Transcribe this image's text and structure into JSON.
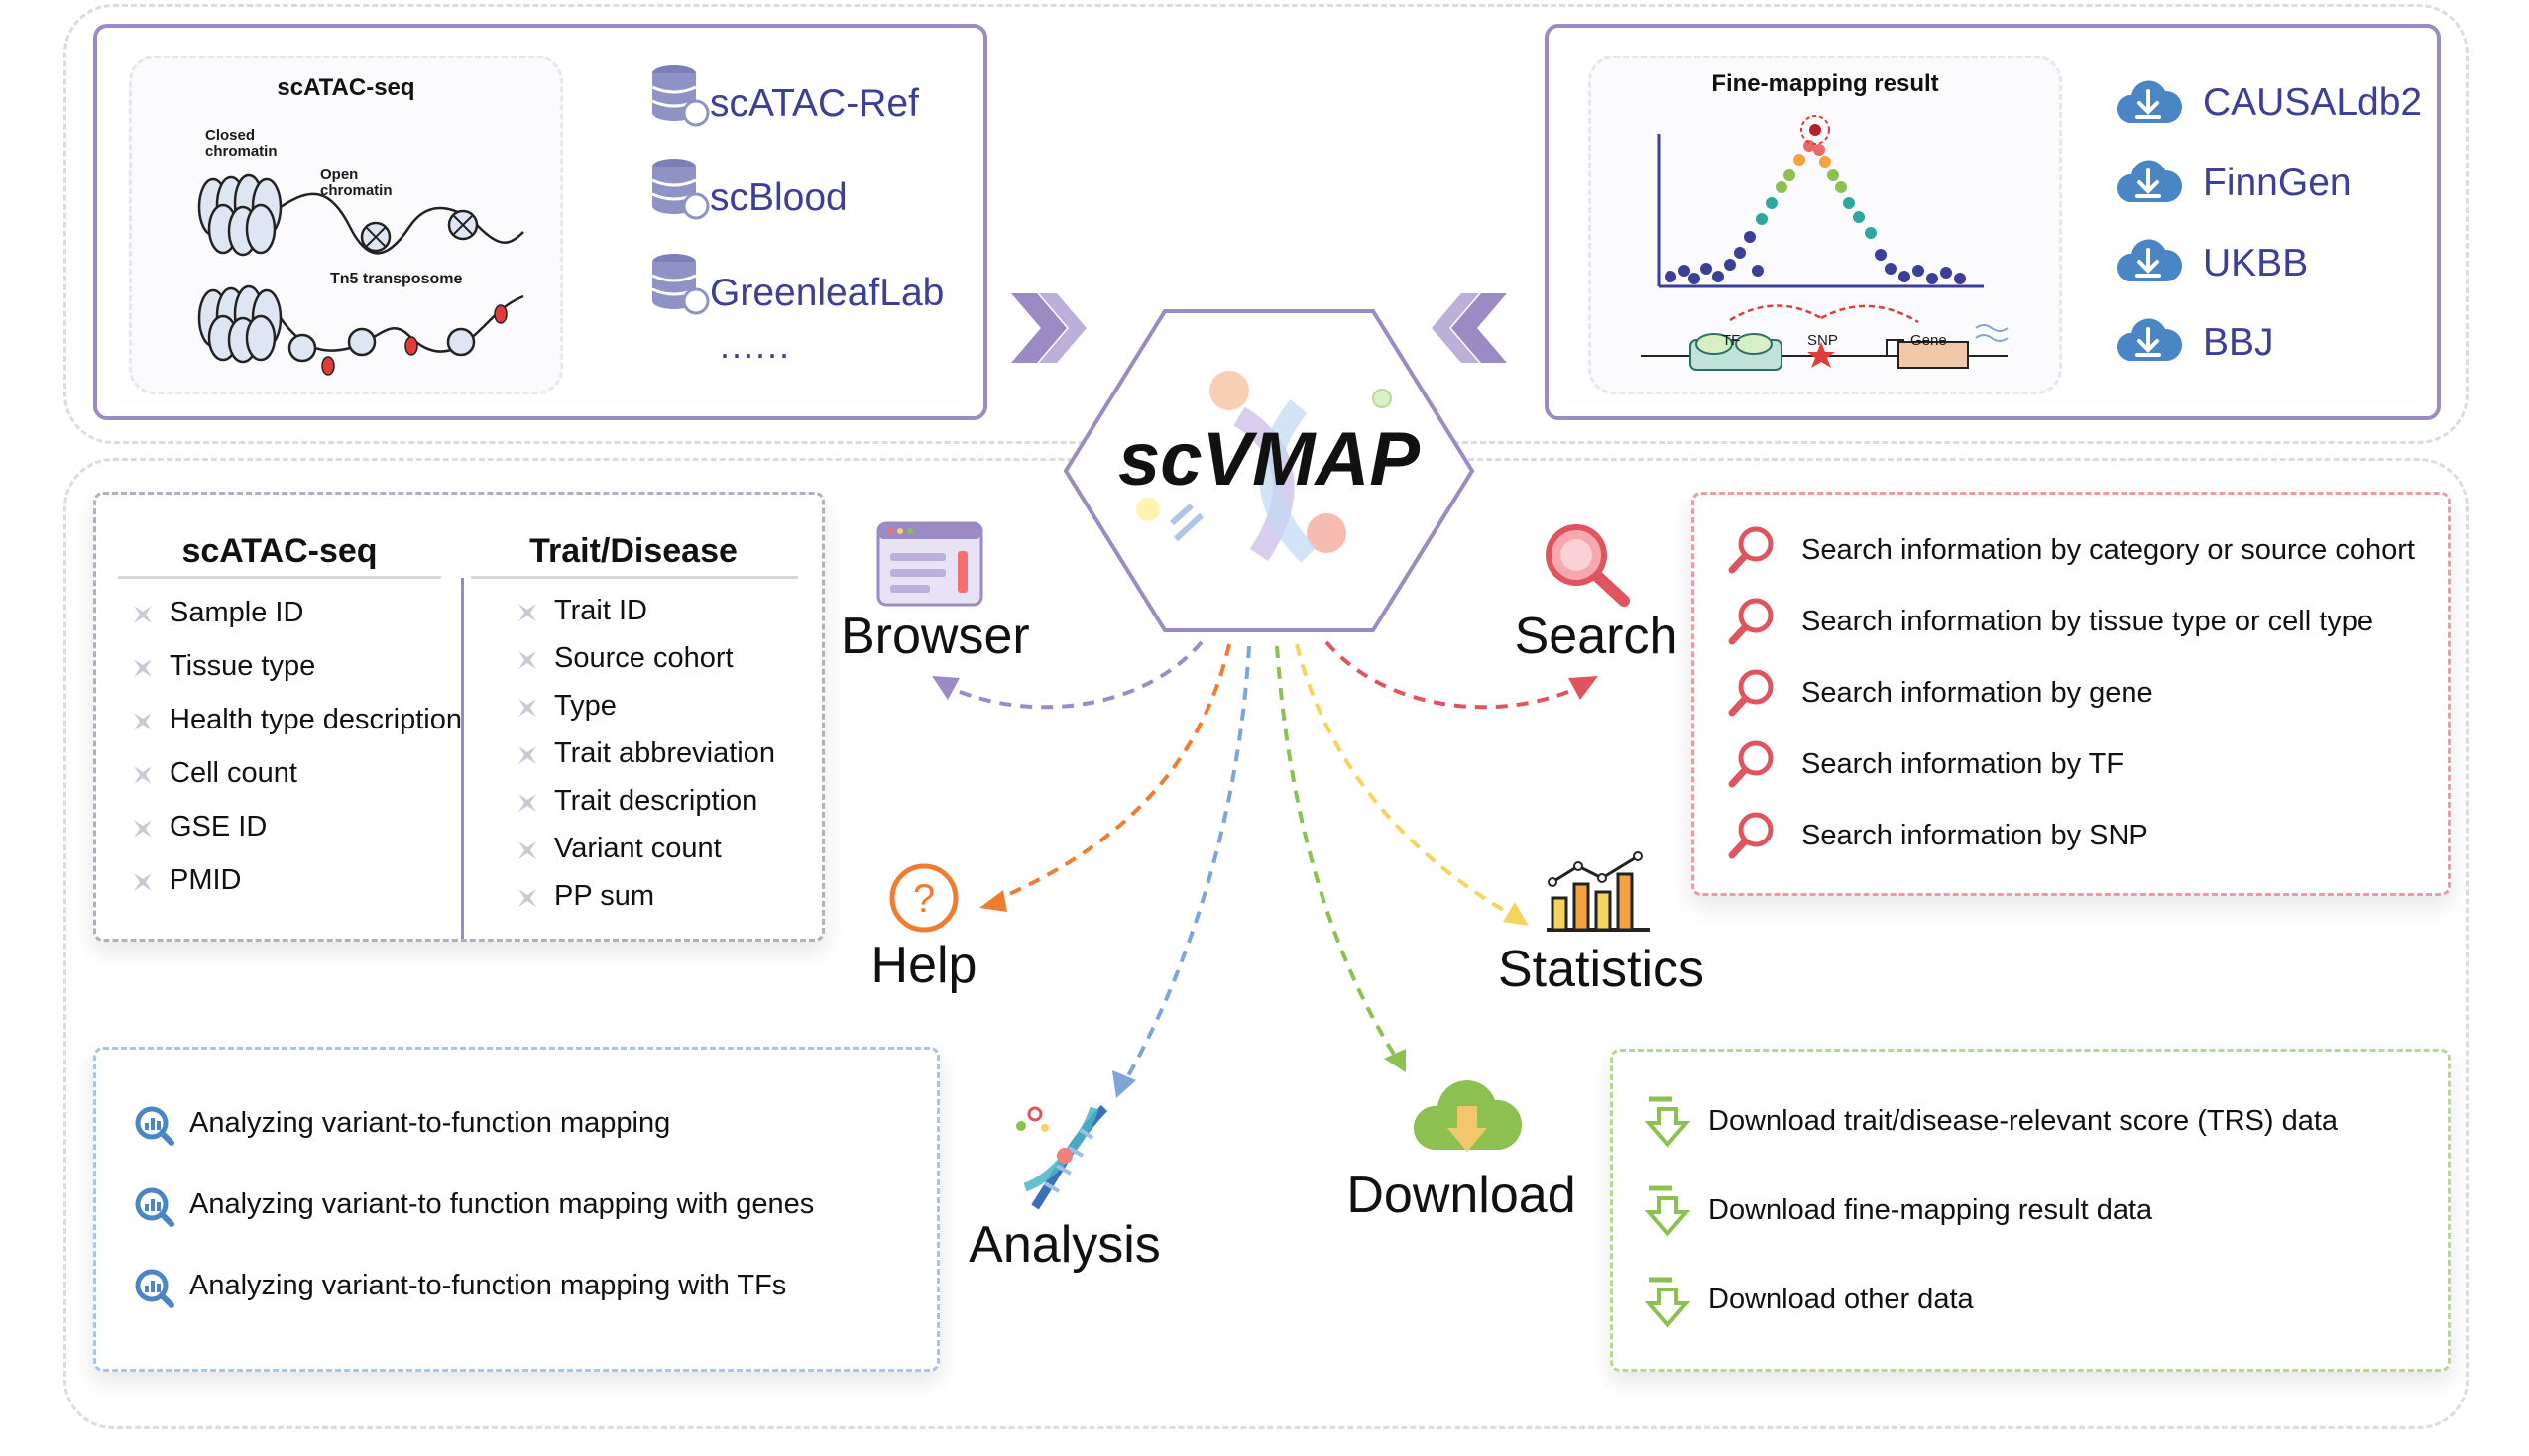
{
  "center_title": "scVMAP",
  "top_left": {
    "illustration": {
      "title": "scATAC-seq",
      "closed_label": "Closed chromatin",
      "open_label": "Open chromatin",
      "tn5_label": "Tn5 transposome"
    },
    "sources": [
      "scATAC-Ref",
      "scBlood",
      "GreenleafLab"
    ],
    "more": "......",
    "icon": "database-cloud-icon"
  },
  "top_right": {
    "illustration": {
      "title": "Fine-mapping result",
      "tf_label": "TF",
      "snp_label": "SNP",
      "gene_label": "Gene"
    },
    "sources": [
      "CAUSALdb2",
      "FinnGen",
      "UKBB",
      "BBJ"
    ],
    "icon": "cloud-download-icon"
  },
  "browser_panel": {
    "col1_title": "scATAC-seq",
    "col1_items": [
      "Sample ID",
      "Tissue type",
      "Health type description",
      "Cell count",
      "GSE ID",
      "PMID"
    ],
    "col2_title": "Trait/Disease",
    "col2_items": [
      "Trait ID",
      "Source cohort",
      "Type",
      "Trait abbreviation",
      "Trait description",
      "Variant count",
      "PP sum"
    ]
  },
  "search_panel": {
    "items": [
      "Search information by category or source cohort",
      "Search information by tissue type or cell type",
      "Search information by gene",
      "Search information by TF",
      "Search information by SNP"
    ]
  },
  "analysis_panel": {
    "items": [
      "Analyzing variant-to-function mapping",
      "Analyzing variant-to function mapping with genes",
      "Analyzing variant-to-function mapping with TFs"
    ]
  },
  "download_panel": {
    "items": [
      "Download trait/disease-relevant score (TRS) data",
      "Download fine-mapping result data",
      "Download other data"
    ]
  },
  "nodes": {
    "browser": "Browser",
    "search": "Search",
    "help": "Help",
    "statistics": "Statistics",
    "analysis": "Analysis",
    "download": "Download"
  },
  "colors": {
    "purple": "#9b8ac4",
    "navy": "#3b3f97",
    "search_red": "#e0545f",
    "help_orange": "#f07d2f",
    "analysis_blue": "#7ea4d8",
    "download_green": "#8cc152",
    "stats_yellow": "#f4d35e",
    "cloud_blue": "#4a86c5"
  }
}
